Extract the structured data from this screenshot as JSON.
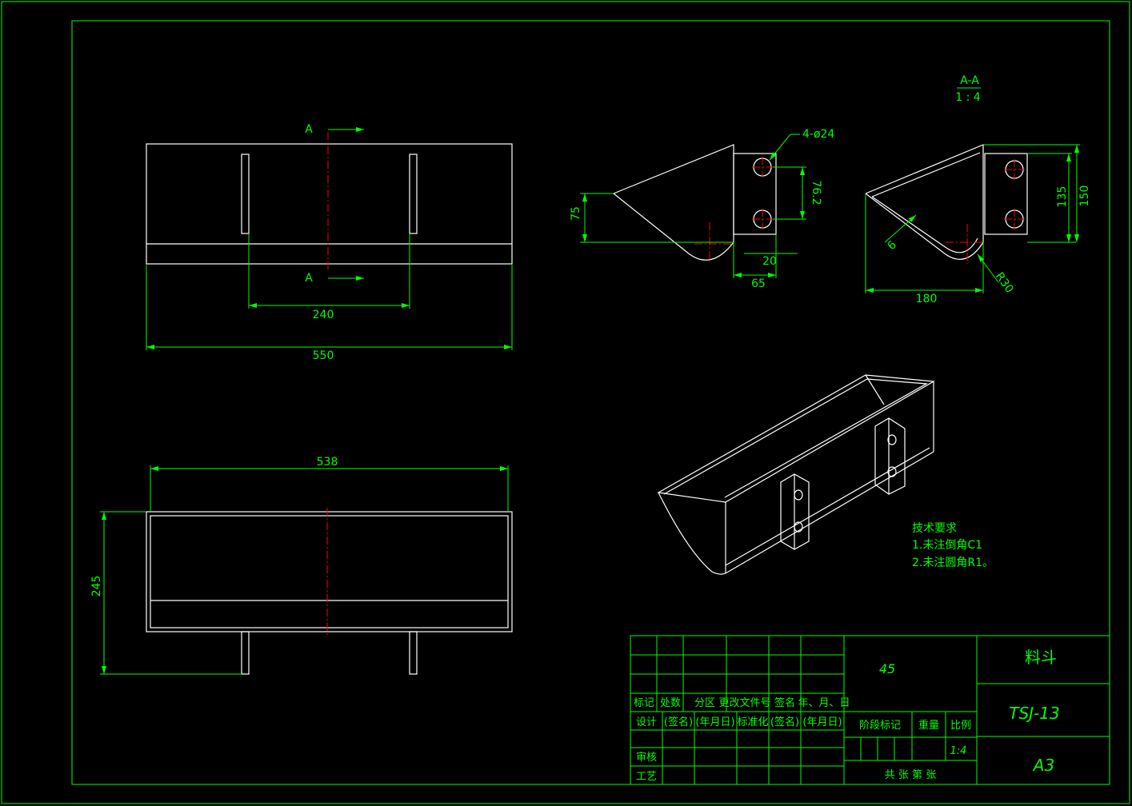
{
  "front_view": {
    "section_label_top": "A",
    "section_label_bottom": "A",
    "dim_hole_spacing": "240",
    "dim_length": "550"
  },
  "top_view": {
    "dim_inner_length": "538",
    "dim_width": "245"
  },
  "side_view": {
    "hole_callout": "4-ø24",
    "dim_hole_pitch": "76.2",
    "dim_height": "75",
    "dim_offset": "20",
    "dim_flange": "65"
  },
  "section_view": {
    "title": "A-A",
    "scale": "1 : 4",
    "dim_thickness": "6",
    "dim_inner_height": "135",
    "dim_total_height": "150",
    "dim_depth": "180",
    "dim_radius": "R30"
  },
  "tech_requirements": {
    "title": "技术要求",
    "line1": "1.未注倒角C1",
    "line2": "2.未注圆角R1。"
  },
  "title_block": {
    "material": "45",
    "part_name": "料斗",
    "drawing_number": "TSJ-13",
    "sheet_size": "A3",
    "scale_value": "1:4",
    "row_labels": [
      "标记",
      "处数",
      "分区",
      "更改文件号",
      "签名",
      "年、月、日"
    ],
    "design_labels": [
      "设计",
      "(签名)",
      "(年月日)",
      "标准化",
      "(签名)",
      "(年月日)"
    ],
    "review_label": "审核",
    "process_label": "工艺",
    "stage_label": "阶段标记",
    "weight_label": "重量",
    "ratio_label": "比例",
    "sheets_label": "共   张   第   张"
  },
  "colors": {
    "background": "#000000",
    "geometry": "#ffffff",
    "dimensions": "#00ff00",
    "centerline": "#ff0000"
  }
}
